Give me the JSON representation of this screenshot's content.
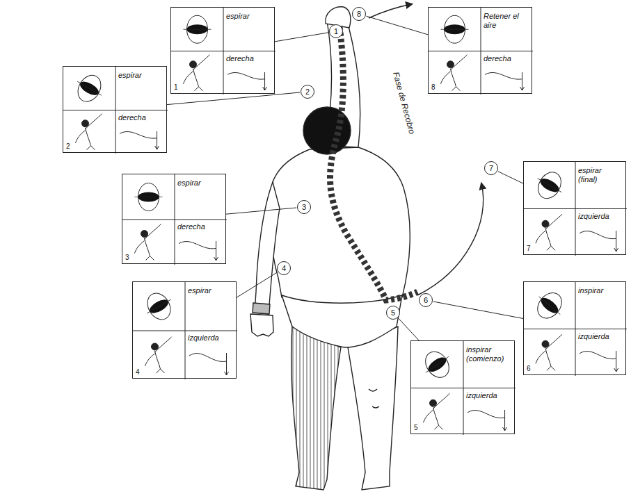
{
  "diagram": {
    "nodes": [
      {
        "text": [
          "1",
          "espirar",
          "derecha"
        ]
      },
      {
        "text": [
          "2",
          "espirar",
          "derecha"
        ]
      },
      {
        "text": [
          "3",
          "espirar",
          "derecha"
        ]
      },
      {
        "text": [
          "4",
          "espirar",
          "izquierda"
        ]
      },
      {
        "text": [
          "5",
          "inspirar (comienzo)",
          "izquierda"
        ]
      },
      {
        "text": [
          "6",
          "inspirar",
          "izquierda"
        ]
      },
      {
        "text": [
          "7",
          "espirar (final)",
          "izquierda"
        ]
      },
      {
        "text": [
          "8",
          "Retener el aire",
          "derecha"
        ]
      },
      {
        "text": [
          "1"
        ]
      },
      {
        "text": [
          "2"
        ]
      },
      {
        "text": [
          "3"
        ]
      },
      {
        "text": [
          "4"
        ]
      },
      {
        "text": [
          "5"
        ]
      },
      {
        "text": [
          "6"
        ]
      },
      {
        "text": [
          "7"
        ]
      },
      {
        "text": [
          "8"
        ]
      }
    ],
    "edges": [
      {
        "from": 8,
        "to": 0,
        "arrow": "none"
      },
      {
        "from": 9,
        "to": 1,
        "arrow": "none"
      },
      {
        "from": 10,
        "to": 2,
        "arrow": "none"
      },
      {
        "from": 11,
        "to": 3,
        "arrow": "none"
      },
      {
        "from": 12,
        "to": 4,
        "arrow": "none"
      },
      {
        "from": 13,
        "to": 5,
        "arrow": "none"
      },
      {
        "from": 14,
        "to": 6,
        "arrow": "none"
      },
      {
        "from": 15,
        "to": 7,
        "arrow": "none"
      }
    ],
    "labels": [
      "Fase de Recobro"
    ]
  }
}
